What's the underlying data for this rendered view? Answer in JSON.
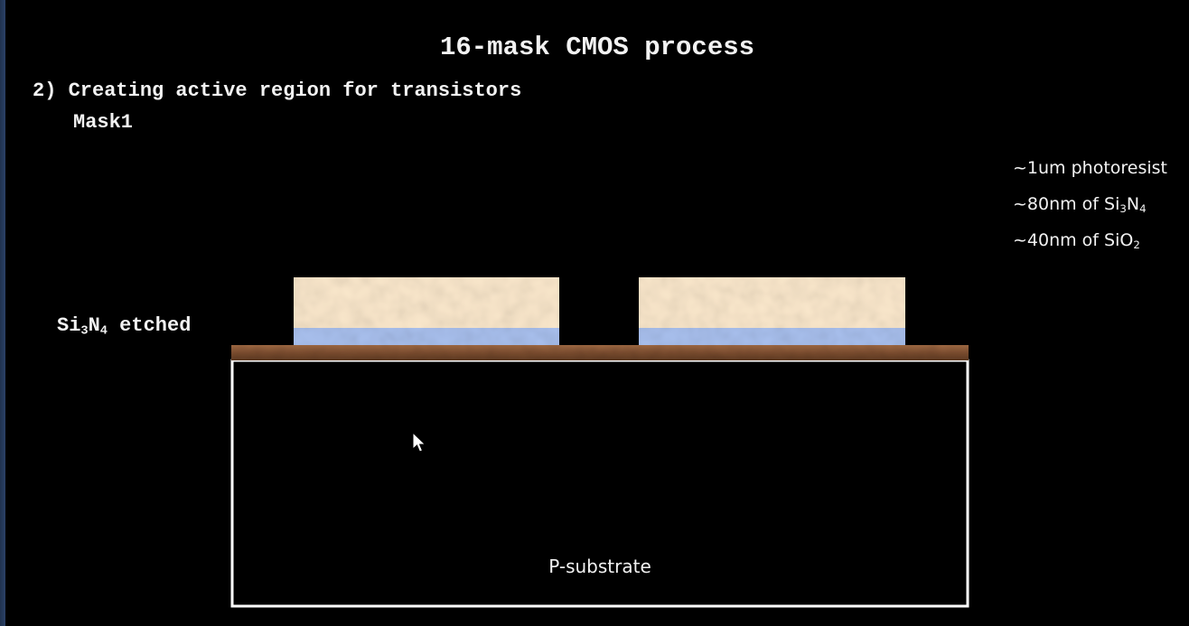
{
  "slide": {
    "title": "16-mask CMOS process",
    "step": "2) Creating active region for transistors",
    "mask": "Mask1"
  },
  "legend": {
    "photoresist": "~1um photoresist",
    "nitride": {
      "prefix": "~80nm of Si",
      "sub1": "3",
      "mid": "N",
      "sub2": "4"
    },
    "oxide": {
      "prefix": "~40nm of SiO",
      "sub1": "2"
    }
  },
  "annotation": {
    "pre": "Si",
    "sub1": "3",
    "mid": "N",
    "sub2": "4",
    "post": " etched"
  },
  "substrate": {
    "label": "P-substrate"
  },
  "colors": {
    "background": "#000000",
    "photoresist": "#fbe8cc",
    "nitride": "#a9c0ee",
    "oxide": "#8a5a3a",
    "substrate_outline": "#ffffff",
    "text": "#f2f2f2"
  }
}
